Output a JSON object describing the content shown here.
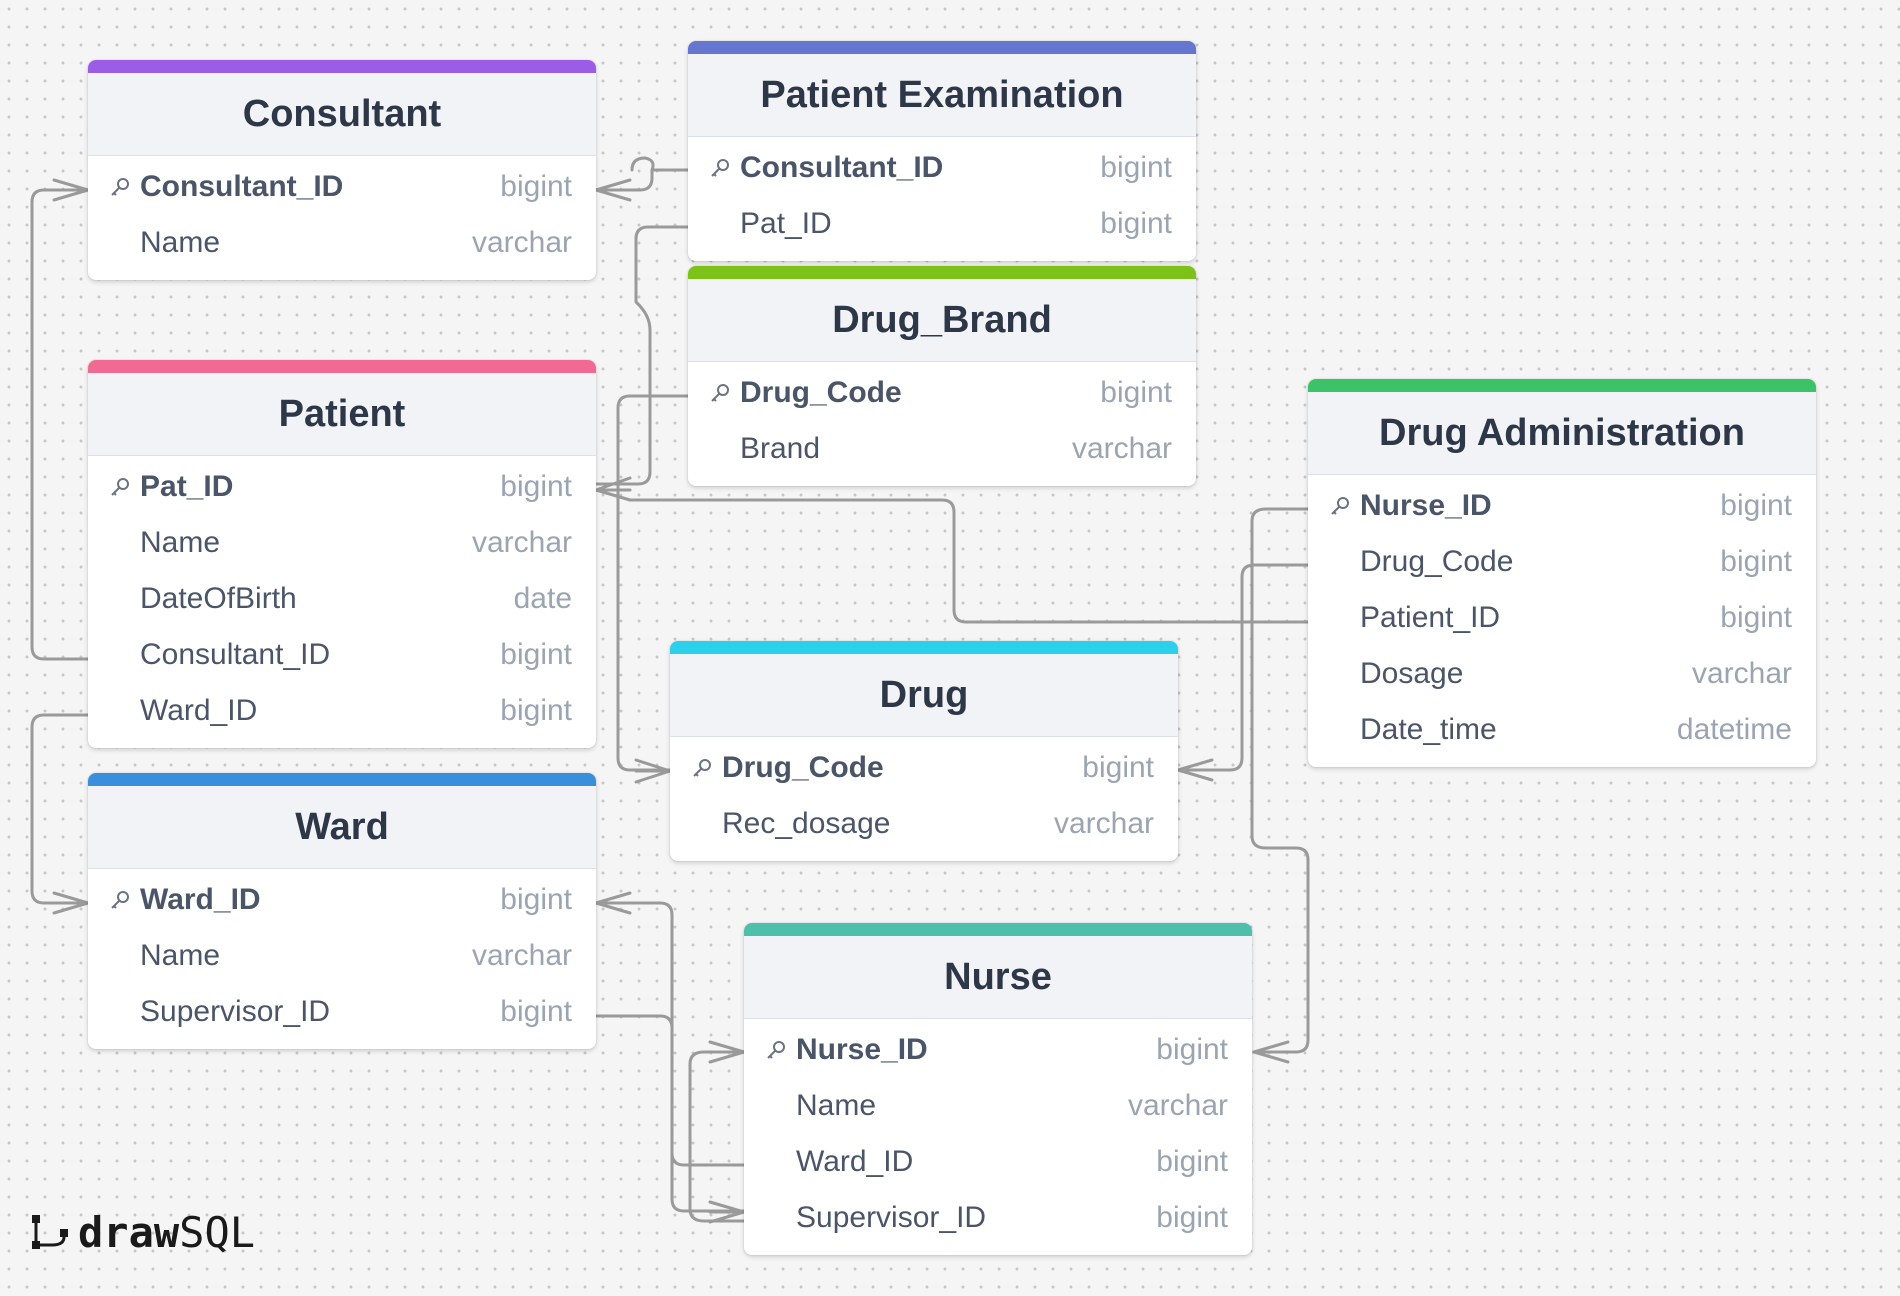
{
  "brand": {
    "logo_word_bold": "draw",
    "logo_word_light": "SQL"
  },
  "colors": {
    "consultant": "#9b5de5",
    "patient_examination": "#6675cf",
    "drug_brand": "#7cc218",
    "patient": "#f06a93",
    "drug_administration": "#3cc267",
    "drug": "#2bd1ea",
    "ward": "#3a8fdc",
    "nurse": "#4dbfaa",
    "connector": "#9a9a9a"
  },
  "tables": {
    "consultant": {
      "title": "Consultant",
      "fields": [
        {
          "name": "Consultant_ID",
          "type": "bigint",
          "pk": true
        },
        {
          "name": "Name",
          "type": "varchar",
          "pk": false
        }
      ]
    },
    "patient_examination": {
      "title": "Patient Examination",
      "fields": [
        {
          "name": "Consultant_ID",
          "type": "bigint",
          "pk": true
        },
        {
          "name": "Pat_ID",
          "type": "bigint",
          "pk": false
        }
      ]
    },
    "drug_brand": {
      "title": "Drug_Brand",
      "fields": [
        {
          "name": "Drug_Code",
          "type": "bigint",
          "pk": true
        },
        {
          "name": "Brand",
          "type": "varchar",
          "pk": false
        }
      ]
    },
    "patient": {
      "title": "Patient",
      "fields": [
        {
          "name": "Pat_ID",
          "type": "bigint",
          "pk": true
        },
        {
          "name": "Name",
          "type": "varchar",
          "pk": false
        },
        {
          "name": "DateOfBirth",
          "type": "date",
          "pk": false
        },
        {
          "name": "Consultant_ID",
          "type": "bigint",
          "pk": false
        },
        {
          "name": "Ward_ID",
          "type": "bigint",
          "pk": false
        }
      ]
    },
    "drug_administration": {
      "title": "Drug Administration",
      "fields": [
        {
          "name": "Nurse_ID",
          "type": "bigint",
          "pk": true
        },
        {
          "name": "Drug_Code",
          "type": "bigint",
          "pk": false
        },
        {
          "name": "Patient_ID",
          "type": "bigint",
          "pk": false
        },
        {
          "name": "Dosage",
          "type": "varchar",
          "pk": false
        },
        {
          "name": "Date_time",
          "type": "datetime",
          "pk": false
        }
      ]
    },
    "drug": {
      "title": "Drug",
      "fields": [
        {
          "name": "Drug_Code",
          "type": "bigint",
          "pk": true
        },
        {
          "name": "Rec_dosage",
          "type": "varchar",
          "pk": false
        }
      ]
    },
    "ward": {
      "title": "Ward",
      "fields": [
        {
          "name": "Ward_ID",
          "type": "bigint",
          "pk": true
        },
        {
          "name": "Name",
          "type": "varchar",
          "pk": false
        },
        {
          "name": "Supervisor_ID",
          "type": "bigint",
          "pk": false
        }
      ]
    },
    "nurse": {
      "title": "Nurse",
      "fields": [
        {
          "name": "Nurse_ID",
          "type": "bigint",
          "pk": true
        },
        {
          "name": "Name",
          "type": "varchar",
          "pk": false
        },
        {
          "name": "Ward_ID",
          "type": "bigint",
          "pk": false
        },
        {
          "name": "Supervisor_ID",
          "type": "bigint",
          "pk": false
        }
      ]
    }
  }
}
